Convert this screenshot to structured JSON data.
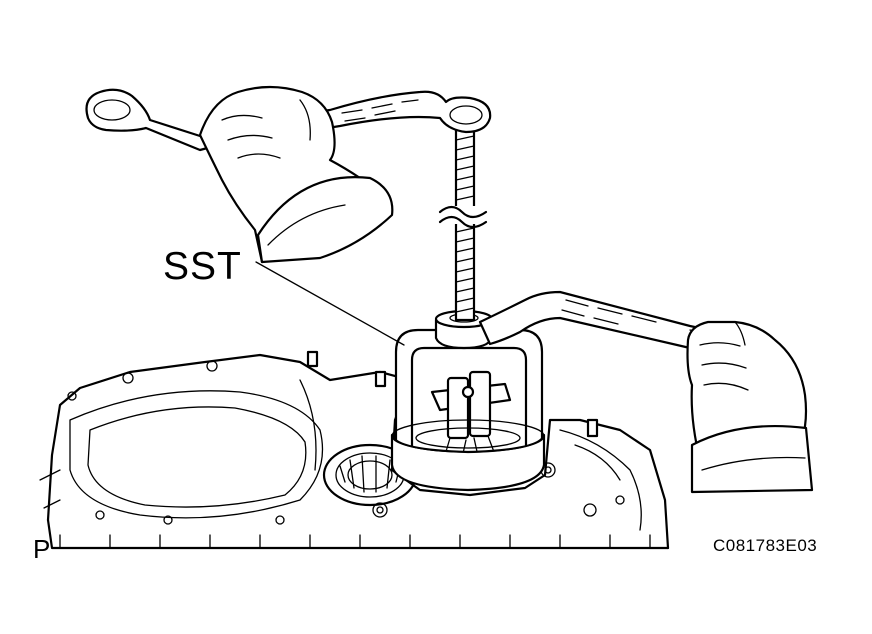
{
  "labels": {
    "sst": "SST",
    "view_marker": "P",
    "figure_code": "C081783E03"
  }
}
